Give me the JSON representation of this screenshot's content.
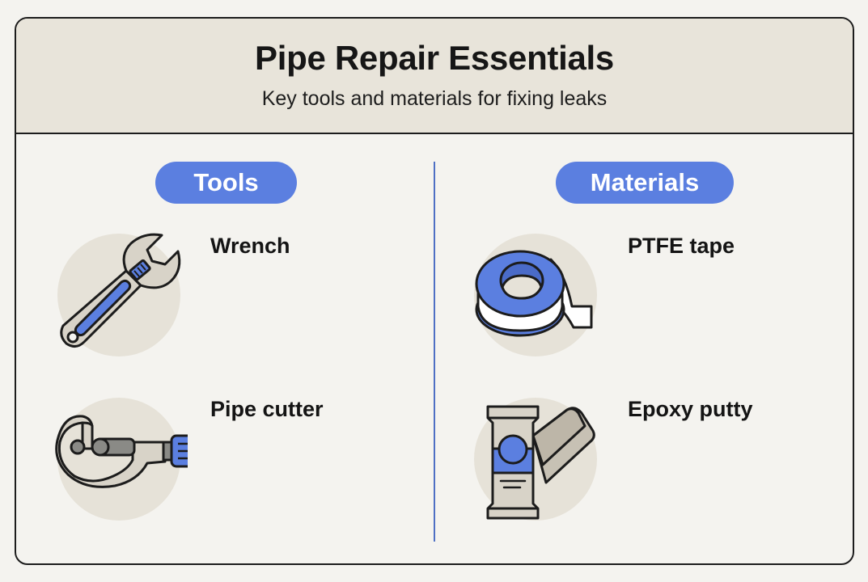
{
  "header": {
    "title": "Pipe Repair Essentials",
    "subtitle": "Key tools and materials for fixing leaks"
  },
  "columns": [
    {
      "heading": "Tools",
      "items": [
        {
          "label": "Wrench",
          "icon": "wrench-icon"
        },
        {
          "label": "Pipe cutter",
          "icon": "pipe-cutter-icon"
        }
      ]
    },
    {
      "heading": "Materials",
      "items": [
        {
          "label": "PTFE tape",
          "icon": "ptfe-tape-icon"
        },
        {
          "label": "Epoxy putty",
          "icon": "epoxy-putty-icon"
        }
      ]
    }
  ],
  "colors": {
    "accent": "#5b7fe0",
    "header_bg": "#e8e4da",
    "page_bg": "#f4f3ef",
    "icon_circle": "#e6e2d8",
    "icon_metal": "#d8d3c8",
    "outline": "#1c1c1c"
  }
}
